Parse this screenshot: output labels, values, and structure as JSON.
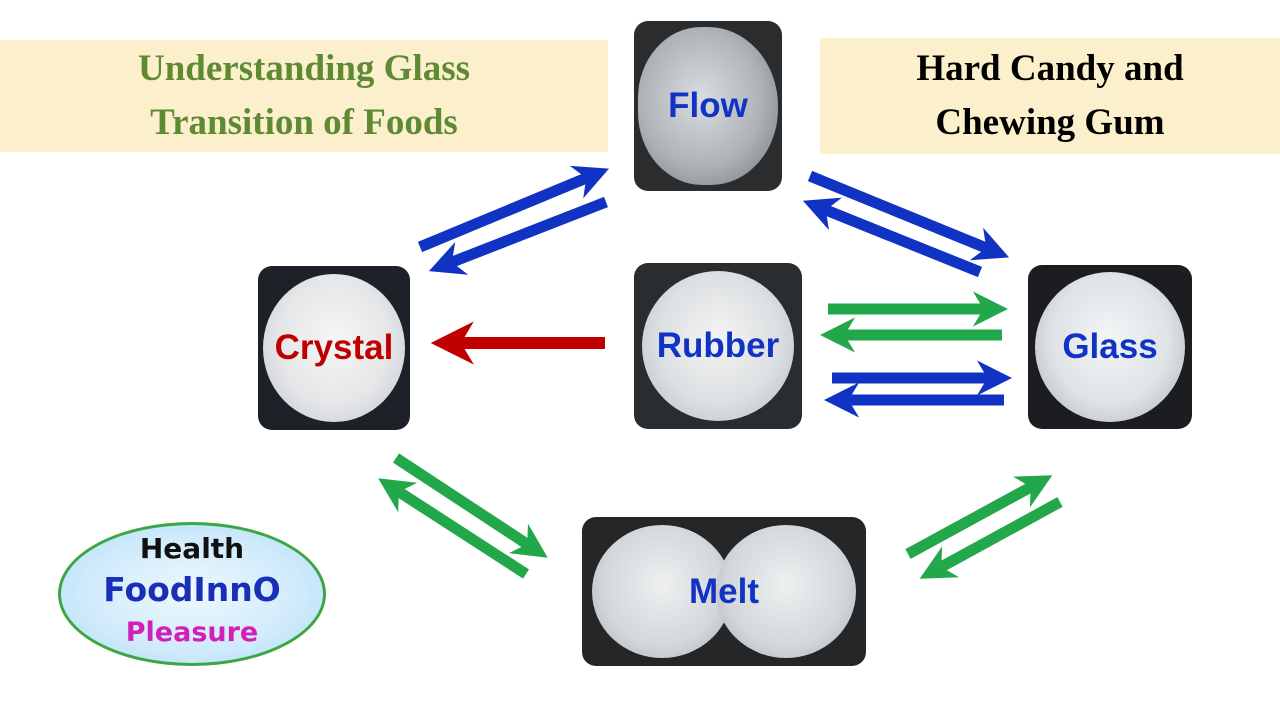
{
  "titles": {
    "left_line1": "Understanding Glass",
    "left_line2": "Transition of Foods",
    "right_line1": "Hard Candy and",
    "right_line2": "Chewing Gum"
  },
  "states": {
    "flow": "Flow",
    "crystal": "Crystal",
    "rubber": "Rubber",
    "glass": "Glass",
    "melt": "Melt"
  },
  "logo": {
    "line1": "Health",
    "line2": "FoodInnO",
    "line3": "Pleasure"
  },
  "colors": {
    "blue_arrow": "#1133c4",
    "green_arrow": "#22a84a",
    "red_arrow": "#c00000",
    "crystal_text": "#c00000",
    "state_text": "#1133c4",
    "title_left": "#5e8a34",
    "title_bg": "#fcf0cc"
  }
}
